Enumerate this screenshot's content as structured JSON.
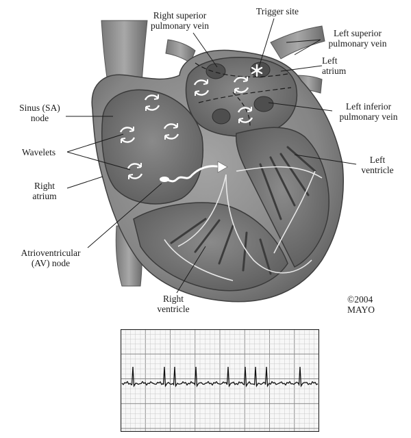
{
  "labels": {
    "right_superior_pulmonary_vein": [
      "Right superior",
      "pulmonary vein"
    ],
    "trigger_site": "Trigger site",
    "left_superior_pulmonary_vein": [
      "Left superior",
      "pulmonary vein"
    ],
    "left_atrium": [
      "Left",
      "atrium"
    ],
    "sinus_node": [
      "Sinus (SA)",
      "node"
    ],
    "left_inferior_pulmonary_vein": [
      "Left inferior",
      "pulmonary vein"
    ],
    "wavelets": "Wavelets",
    "left_ventricle": [
      "Left",
      "ventricle"
    ],
    "right_atrium": [
      "Right",
      "atrium"
    ],
    "av_node": [
      "Atrioventricular",
      "(AV) node"
    ],
    "right_ventricle": [
      "Right",
      "ventricle"
    ],
    "copyright": [
      "©2004",
      "MAYO"
    ]
  },
  "colors": {
    "heart_fill": "#8c8c8c",
    "heart_dark": "#5a5a5a",
    "heart_light": "#b4b4b4",
    "chamber_fill": "#6e6e6e",
    "ecg_grid_minor": "#c8c8c8",
    "ecg_grid_major": "#888888",
    "ecg_trace": "#111111",
    "text": "#1a1a1a"
  },
  "icons": [
    "circular-arrows-icon",
    "asterisk-trigger-icon",
    "conduction-arrow-icon"
  ]
}
